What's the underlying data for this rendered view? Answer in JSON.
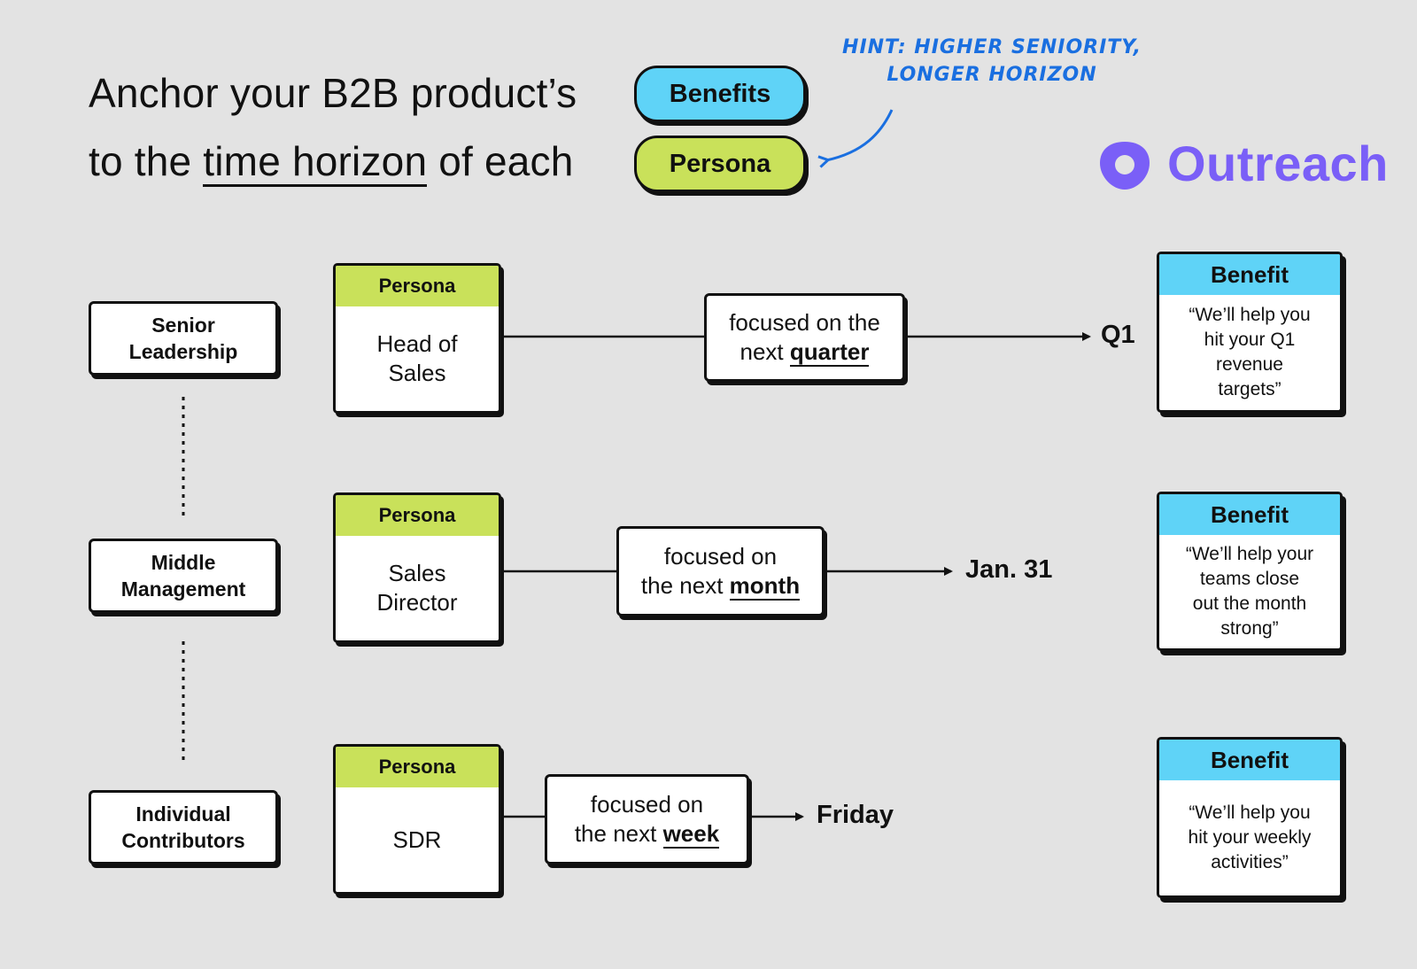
{
  "title": {
    "line1": "Anchor your B2B product’s",
    "line2_prefix": "to the ",
    "line2_underline": "time horizon",
    "line2_suffix": " of each",
    "benefits_pill": "Benefits",
    "persona_pill": "Persona"
  },
  "hint": {
    "line1": "Hint: higher seniority,",
    "line2": "Longer horizon"
  },
  "logo": {
    "text": "Outreach",
    "color": "#7a5ff7"
  },
  "colors": {
    "persona": "#c9e15a",
    "benefit": "#5fd3f7",
    "hint": "#1a6fe0"
  },
  "rows": [
    {
      "level": [
        "Senior",
        "Leadership"
      ],
      "persona_header": "Persona",
      "persona": [
        "Head of",
        "Sales"
      ],
      "focus_line1": "focused on the",
      "focus_line2_prefix": "next ",
      "focus_bold": "quarter",
      "deadline": "Q1",
      "benefit_header": "Benefit",
      "benefit": [
        "“We’ll help you",
        "hit your Q1",
        "revenue",
        "targets”"
      ]
    },
    {
      "level": [
        "Middle",
        "Management"
      ],
      "persona_header": "Persona",
      "persona": [
        "Sales",
        "Director"
      ],
      "focus_line1": "focused on",
      "focus_line2_prefix": "the next ",
      "focus_bold": "month",
      "deadline": "Jan. 31",
      "benefit_header": "Benefit",
      "benefit": [
        "“We’ll help your",
        "teams close",
        "out the month",
        "strong”"
      ]
    },
    {
      "level": [
        "Individual",
        "Contributors"
      ],
      "persona_header": "Persona",
      "persona": [
        "SDR"
      ],
      "focus_line1": "focused on",
      "focus_line2_prefix": "the next ",
      "focus_bold": "week",
      "deadline": "Friday",
      "benefit_header": "Benefit",
      "benefit": [
        "“We’ll help you",
        "hit your weekly",
        "activities”"
      ]
    }
  ]
}
